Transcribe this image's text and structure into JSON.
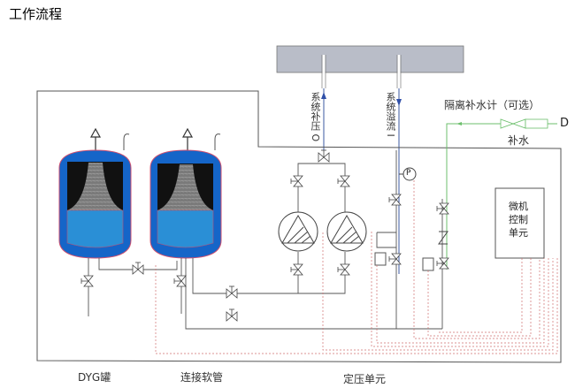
{
  "title": "工作流程",
  "pipes": {
    "system_supply": "系统补压 O",
    "system_overflow": "系统溢流 I"
  },
  "makeup": {
    "optional_meter": "隔离补水计（可选）",
    "makeup_water": "补水",
    "inlet": "D"
  },
  "pressure_gauge": "P",
  "controller": {
    "line1": "微机",
    "line2": "控制",
    "line3": "单元"
  },
  "bottom_labels": {
    "tank": "DYG罐",
    "hose": "连接软管",
    "unit": "定压单元"
  },
  "colors": {
    "tank_blue": "#1565c8",
    "water_blue": "#2a8fd6",
    "signal_red": "#d06060",
    "makeup_green": "#5cb85c",
    "header_gray": "#b9bdc8"
  }
}
